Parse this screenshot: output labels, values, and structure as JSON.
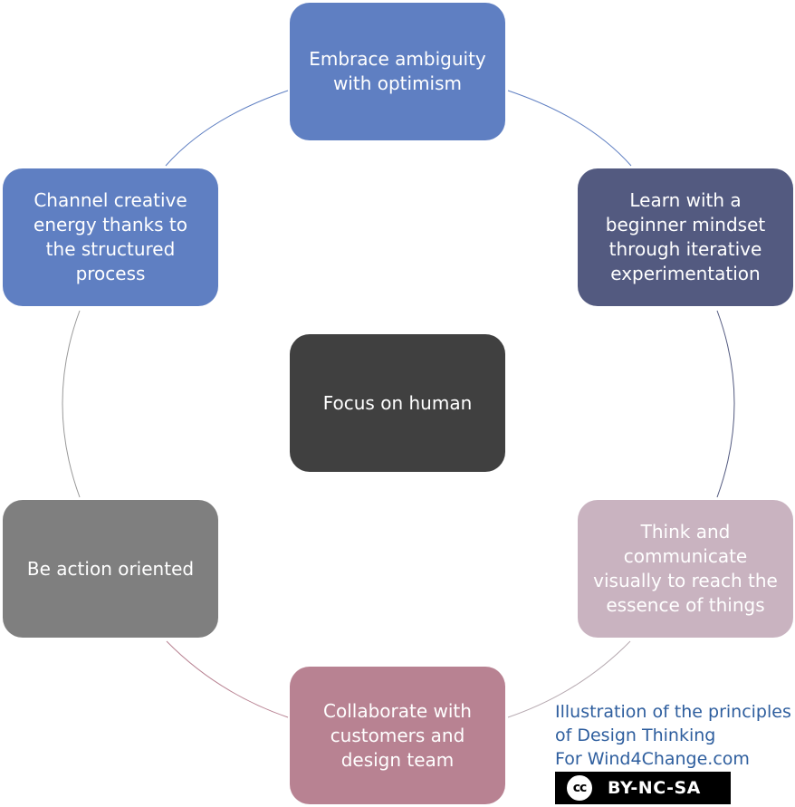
{
  "center": {
    "label": "Focus on human",
    "color": "#404040"
  },
  "nodes": [
    {
      "id": "ambiguity",
      "label": "Embrace ambiguity\nwith optimism",
      "color": "#5f7fc2"
    },
    {
      "id": "beginner",
      "label": "Learn with a\nbeginner mindset\nthrough iterative\nexperimentation",
      "color": "#535a80"
    },
    {
      "id": "visual",
      "label": "Think and\ncommunicate\nvisually to reach the\nessence of things",
      "color": "#c9b3c0"
    },
    {
      "id": "collaborate",
      "label": "Collaborate with\ncustomers and\ndesign team",
      "color": "#b88292"
    },
    {
      "id": "action",
      "label": "Be action oriented",
      "color": "#7f7f7f"
    },
    {
      "id": "structured",
      "label": "Channel creative\nenergy thanks to\nthe structured\nprocess",
      "color": "#5f7fc2"
    }
  ],
  "caption": {
    "line1": "Illustration of the principles",
    "line2": "of Design Thinking",
    "line3": "For Wind4Change.com"
  },
  "license": {
    "cc_mark": "cc",
    "label": "BY-NC-SA"
  }
}
